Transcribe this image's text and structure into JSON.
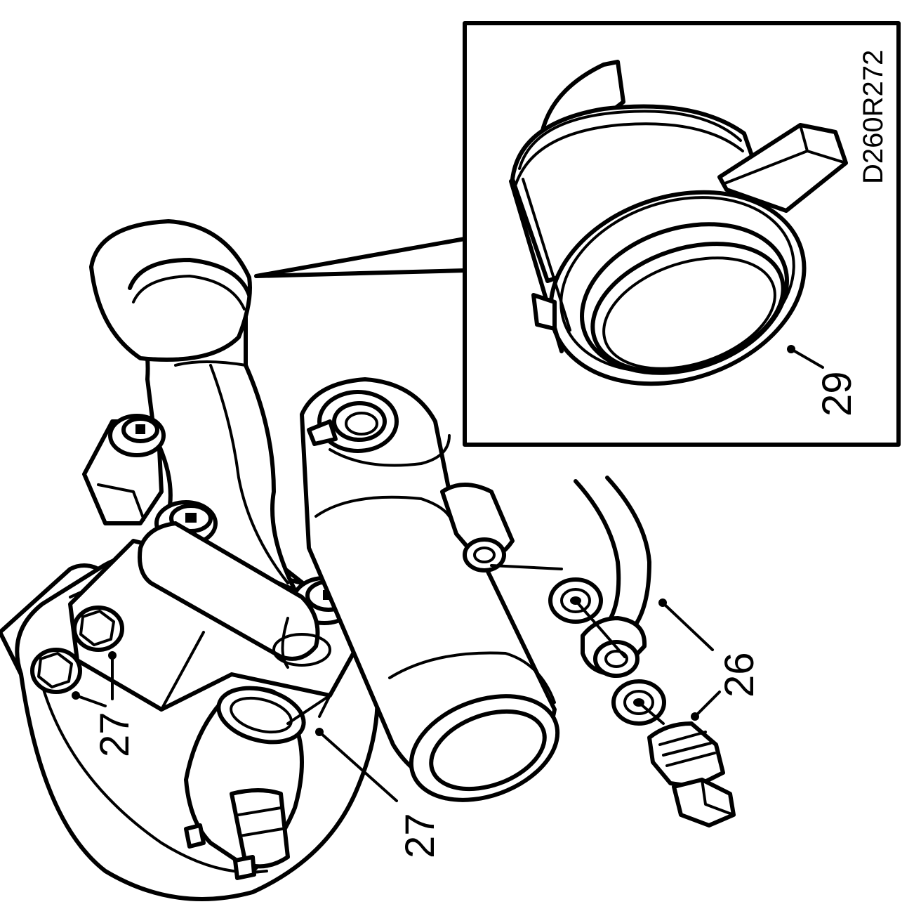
{
  "figure": {
    "code": "D260R272",
    "callouts": {
      "c29": "29",
      "c26": "26",
      "c27a": "27",
      "c27b": "27"
    },
    "ink": "#000000",
    "paper": "#ffffff"
  }
}
